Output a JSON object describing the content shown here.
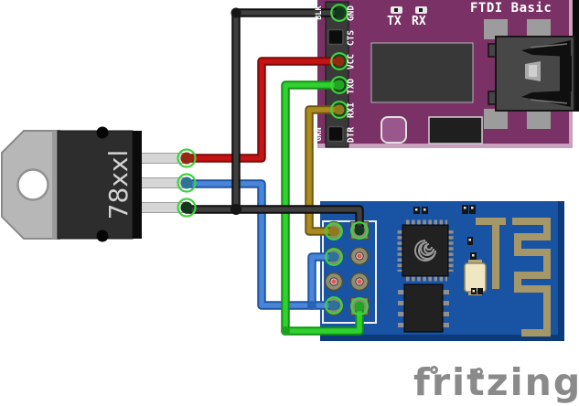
{
  "watermark": {
    "label": "fritzing",
    "color": "#8a8a8a"
  },
  "ftdi": {
    "title": "FTDI Basic",
    "board_color": "#7a3166",
    "tx_label": "TX",
    "rx_label": "RX",
    "edge_label_top": "BLK",
    "edge_label_bottom": "GRN",
    "pin_labels": [
      "GND",
      "CTS",
      "VCC",
      "TXO",
      "RXI",
      "DTR"
    ],
    "pins": [
      {
        "label": "GND",
        "connected": true,
        "wire": "black"
      },
      {
        "label": "CTS",
        "connected": false,
        "wire": null
      },
      {
        "label": "VCC",
        "connected": true,
        "wire": "red"
      },
      {
        "label": "TXO",
        "connected": true,
        "wire": "green"
      },
      {
        "label": "RXI",
        "connected": true,
        "wire": "brown"
      },
      {
        "label": "DTR",
        "connected": false,
        "wire": null
      }
    ]
  },
  "regulator": {
    "label": "78xxl",
    "body_color": "#2d2d2d",
    "tab_color": "#b7b7b7",
    "pins": [
      {
        "position": "top",
        "wire": "red"
      },
      {
        "position": "middle",
        "wire": "blue"
      },
      {
        "position": "bottom",
        "wire": "black"
      }
    ]
  },
  "esp8266": {
    "board_color": "#1853a4",
    "antenna_color": "#a59767",
    "header_pins": [
      {
        "position": "left-1",
        "connected": true,
        "wire": "brown"
      },
      {
        "position": "left-2",
        "connected": true,
        "wire": "blue"
      },
      {
        "position": "left-3",
        "connected": false,
        "wire": null
      },
      {
        "position": "left-4",
        "connected": true,
        "wire": "blue"
      },
      {
        "position": "right-1",
        "connected": true,
        "wire": "black"
      },
      {
        "position": "right-2",
        "connected": false,
        "wire": null
      },
      {
        "position": "right-3",
        "connected": false,
        "wire": null
      },
      {
        "position": "right-4",
        "connected": true,
        "wire": "green"
      }
    ]
  },
  "wires": [
    {
      "id": "blue-a",
      "color": "#4a86d8",
      "outline": "#1e55a5",
      "from": "regulator middle pin",
      "to": "ESP8266 header left-4"
    },
    {
      "id": "blue-b",
      "color": "#4a86d8",
      "outline": "#1e55a5",
      "from": "blue-a junction",
      "to": "ESP8266 header left-2"
    },
    {
      "id": "green",
      "color": "#2fd12f",
      "outline": "#149114",
      "from": "FTDI TXO",
      "to": "ESP8266 header right-4"
    },
    {
      "id": "brown",
      "color": "#ab8a1f",
      "outline": "#6e5810",
      "from": "FTDI RXI",
      "to": "ESP8266 header left-1"
    },
    {
      "id": "red",
      "color": "#c51414",
      "outline": "#7e0808",
      "from": "FTDI VCC",
      "to": "regulator top pin"
    },
    {
      "id": "black-b",
      "color": "#3f3f3f",
      "outline": "#0f0f0f",
      "from": "regulator bottom pin",
      "to": "ESP8266 header right-1"
    },
    {
      "id": "black-a",
      "color": "#3f3f3f",
      "outline": "#0f0f0f",
      "from": "FTDI GND",
      "to": "junction with black-b"
    }
  ]
}
